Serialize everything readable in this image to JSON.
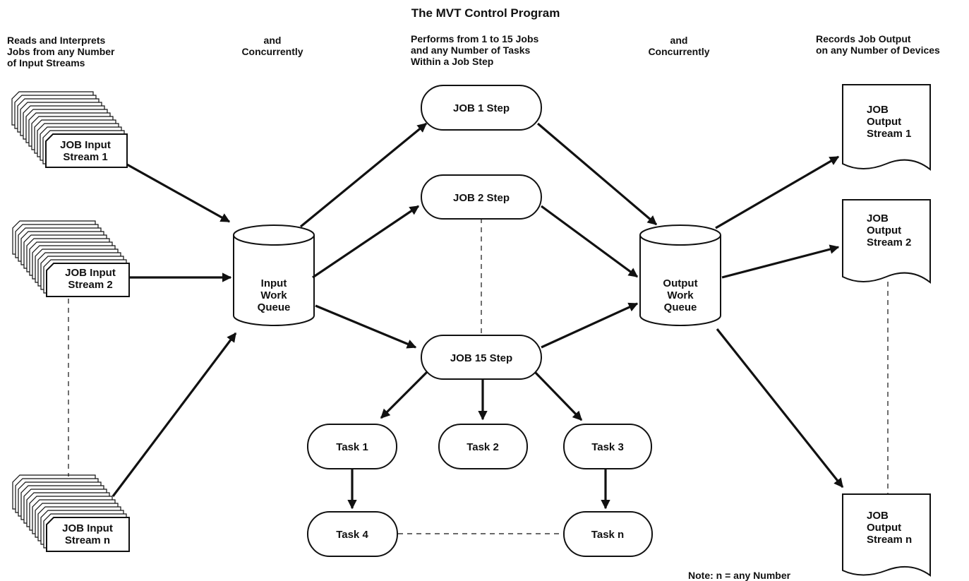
{
  "title": "The MVT Control Program",
  "headers": {
    "input": [
      "Reads and Interprets",
      "Jobs from any Number",
      "of Input Streams"
    ],
    "concurrently_left": [
      "and",
      "Concurrently"
    ],
    "performs": [
      "Performs from  1 to 15 Jobs",
      "and any Number of Tasks",
      "Within a Job Step"
    ],
    "concurrently_right": [
      "and",
      "Concurrently"
    ],
    "output": [
      "Records Job Output",
      "on any Number of Devices"
    ]
  },
  "input_streams": [
    [
      "JOB Input",
      "Stream 1"
    ],
    [
      "JOB Input",
      "Stream 2"
    ],
    [
      "JOB Input",
      "Stream n"
    ]
  ],
  "input_queue": [
    "Input",
    "Work",
    "Queue"
  ],
  "output_queue": [
    "Output",
    "Work",
    "Queue"
  ],
  "job_steps": [
    "JOB 1 Step",
    "JOB 2 Step",
    "JOB 15 Step"
  ],
  "tasks": [
    "Task 1",
    "Task 2",
    "Task 3",
    "Task 4",
    "Task n"
  ],
  "output_streams": [
    [
      "JOB",
      "Output",
      "Stream 1"
    ],
    [
      "JOB",
      "Output",
      "Stream 2"
    ],
    [
      "JOB",
      "Output",
      "Stream n"
    ]
  ],
  "note": "Note: n = any Number"
}
